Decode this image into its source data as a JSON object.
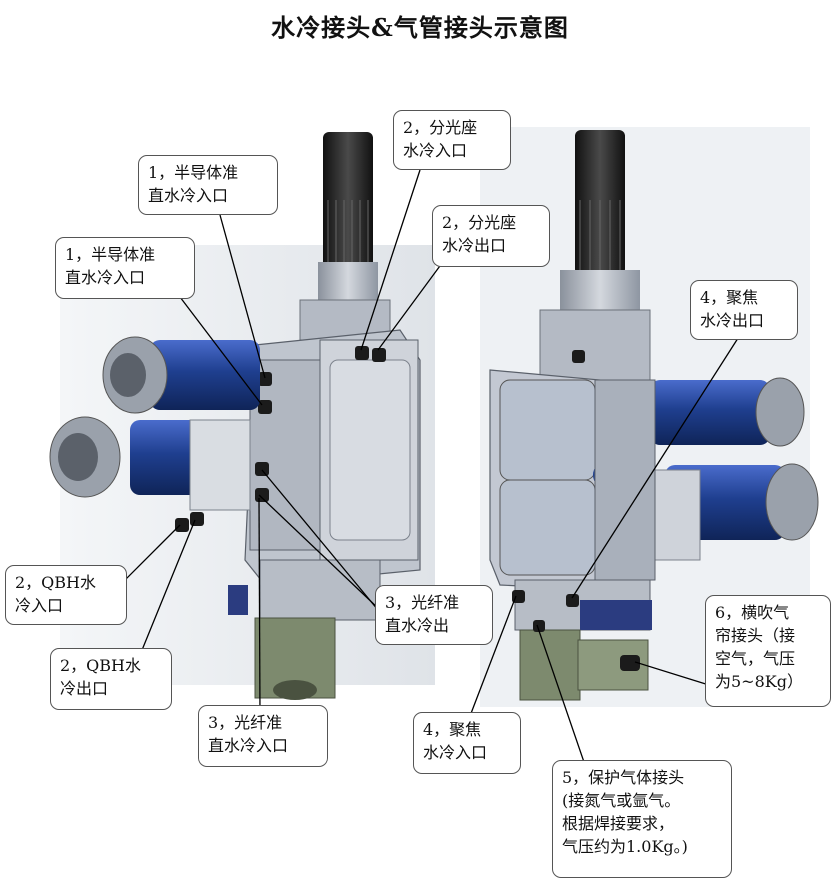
{
  "title": "水冷接头&气管接头示意图",
  "callouts": {
    "c1a": "1，半导体准\n直水冷入口",
    "c1b": "1，半导体准\n直水冷入口",
    "c2a": "2，分光座\n水冷入口",
    "c2b": "2，分光座\n水冷出口",
    "c2c": "2，QBH水\n冷入口",
    "c2d": "2，QBH水\n冷出口",
    "c3a": "3，光纤准\n直水冷出",
    "c3b": "3，光纤准\n直水冷入口",
    "c4a": "4，聚焦\n水冷出口",
    "c4b": "4，聚焦\n水冷入口",
    "c5": "5，保护气体接头\n(接氮气或氩气。\n根据焊接要求，\n气压约为1.0Kg。)",
    "c6": "6，横吹气\n帘接头（接\n空气，气压\n为5~8Kg）"
  },
  "colors": {
    "blue": "#1f3f8f",
    "metal": "#a9b0bb",
    "dark": "#2a2a2a",
    "plate": "#c3c8d2"
  }
}
